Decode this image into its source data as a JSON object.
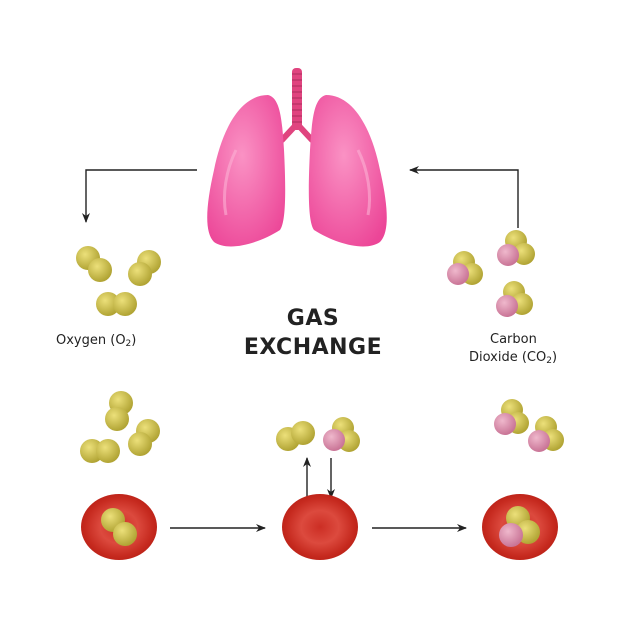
{
  "title": {
    "line1": "GAS",
    "line2": "EXCHANGE"
  },
  "labels": {
    "oxygen": {
      "text": "Oxygen (O",
      "sub": "2",
      "close": ")"
    },
    "carbon_dioxide": {
      "line1": "Carbon",
      "line2_text": "Dioxide (CO",
      "line2_sub": "2",
      "line2_close": ")"
    }
  },
  "colors": {
    "lung": "#f0529f",
    "lung_highlight": "#f98cc3",
    "trachea": "#e0447f",
    "oxygen_atom": "#c9bd3f",
    "carbon_atom": "#d48aa6",
    "red_blood_cell": "#c8281c",
    "red_blood_cell_center": "#d94a3d",
    "arrow": "#222222",
    "text": "#222222"
  }
}
